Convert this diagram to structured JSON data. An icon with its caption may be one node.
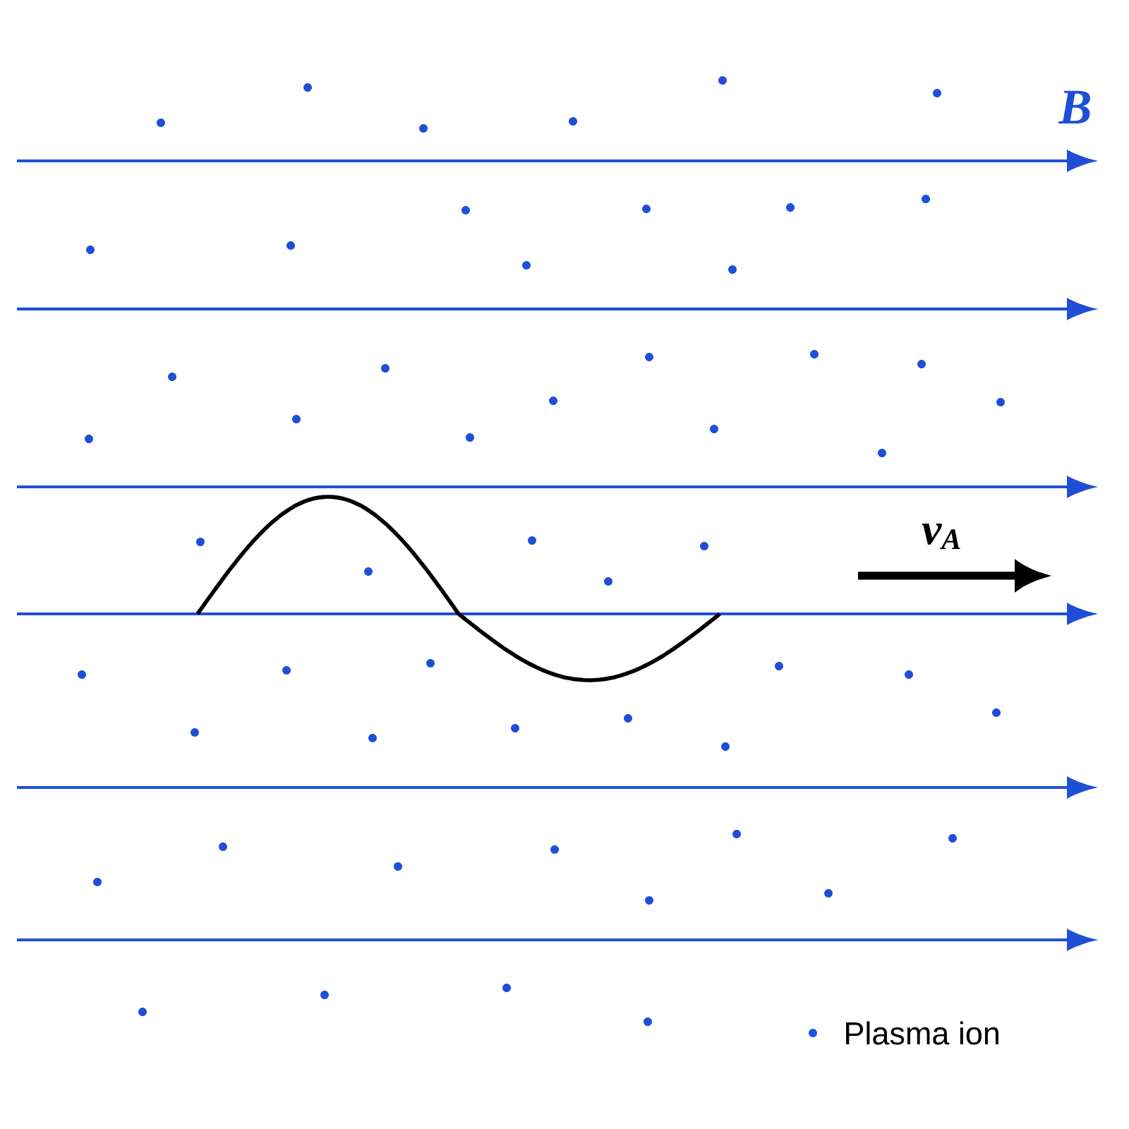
{
  "diagram": {
    "labels": [
      "B",
      "v$_{A}$"
    ],
    "legend": [
      {
        "text": "Plasma ion",
        "color": "#1a56db"
      }
    ]
  }
}
